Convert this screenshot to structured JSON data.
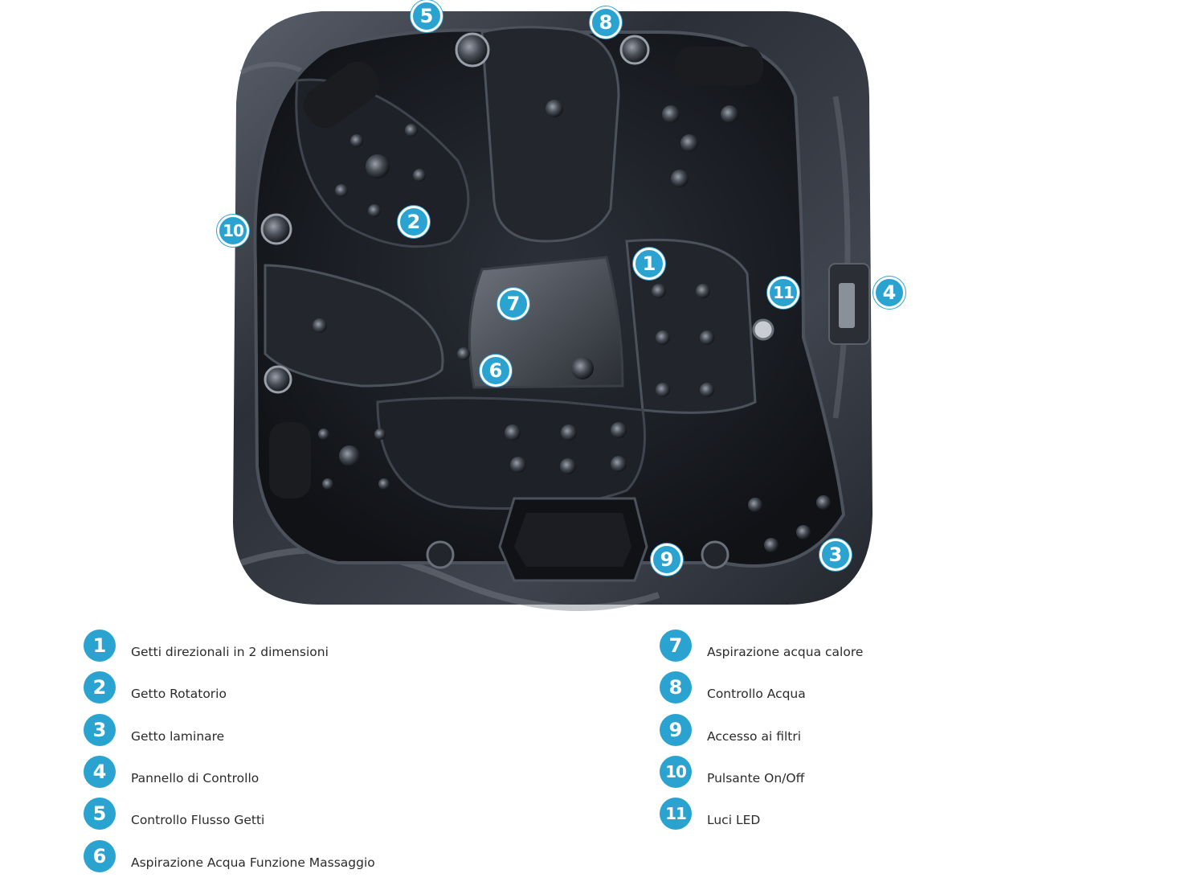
{
  "markers": [
    {
      "number": "1",
      "label": "Getti direzionali in 2 dimensioni"
    },
    {
      "number": "2",
      "label": "Getto Rotatorio"
    },
    {
      "number": "3",
      "label": "Getto laminare"
    },
    {
      "number": "4",
      "label": "Pannello di Controllo"
    },
    {
      "number": "5",
      "label": "Controllo Flusso Getti"
    },
    {
      "number": "6",
      "label": "Aspirazione Acqua Funzione Massaggio"
    },
    {
      "number": "7",
      "label": "Aspirazione acqua calore"
    },
    {
      "number": "8",
      "label": "Controllo Acqua"
    },
    {
      "number": "9",
      "label": "Accesso ai filtri"
    },
    {
      "number": "10",
      "label": "Pulsante On/Off"
    },
    {
      "number": "11",
      "label": "Luci LED"
    }
  ],
  "colors": {
    "marker_fill": "#2aa3d1",
    "tub_shell": "#2a2e36",
    "tub_basin": "#171a20",
    "label_text": "#2b2b2b"
  }
}
